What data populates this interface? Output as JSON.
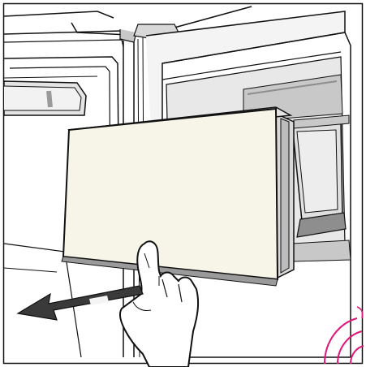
{
  "illustration": {
    "subject": "removing-freezer-drawer",
    "colors": {
      "background": "#ffffff",
      "line": "#111111",
      "panel_shadow": "#9a9a9a",
      "drawer_face": "#f7f4e8",
      "cabinet_light": "#e4e4e4",
      "cabinet_mid": "#c8c8c8",
      "cabinet_dark": "#8e8e8e",
      "arrow": "#3a3a3a",
      "skin": "#ffffff",
      "stamp": "#e0147a"
    },
    "icons": [
      "pull-direction-arrow",
      "hand",
      "stamp-mark"
    ]
  }
}
